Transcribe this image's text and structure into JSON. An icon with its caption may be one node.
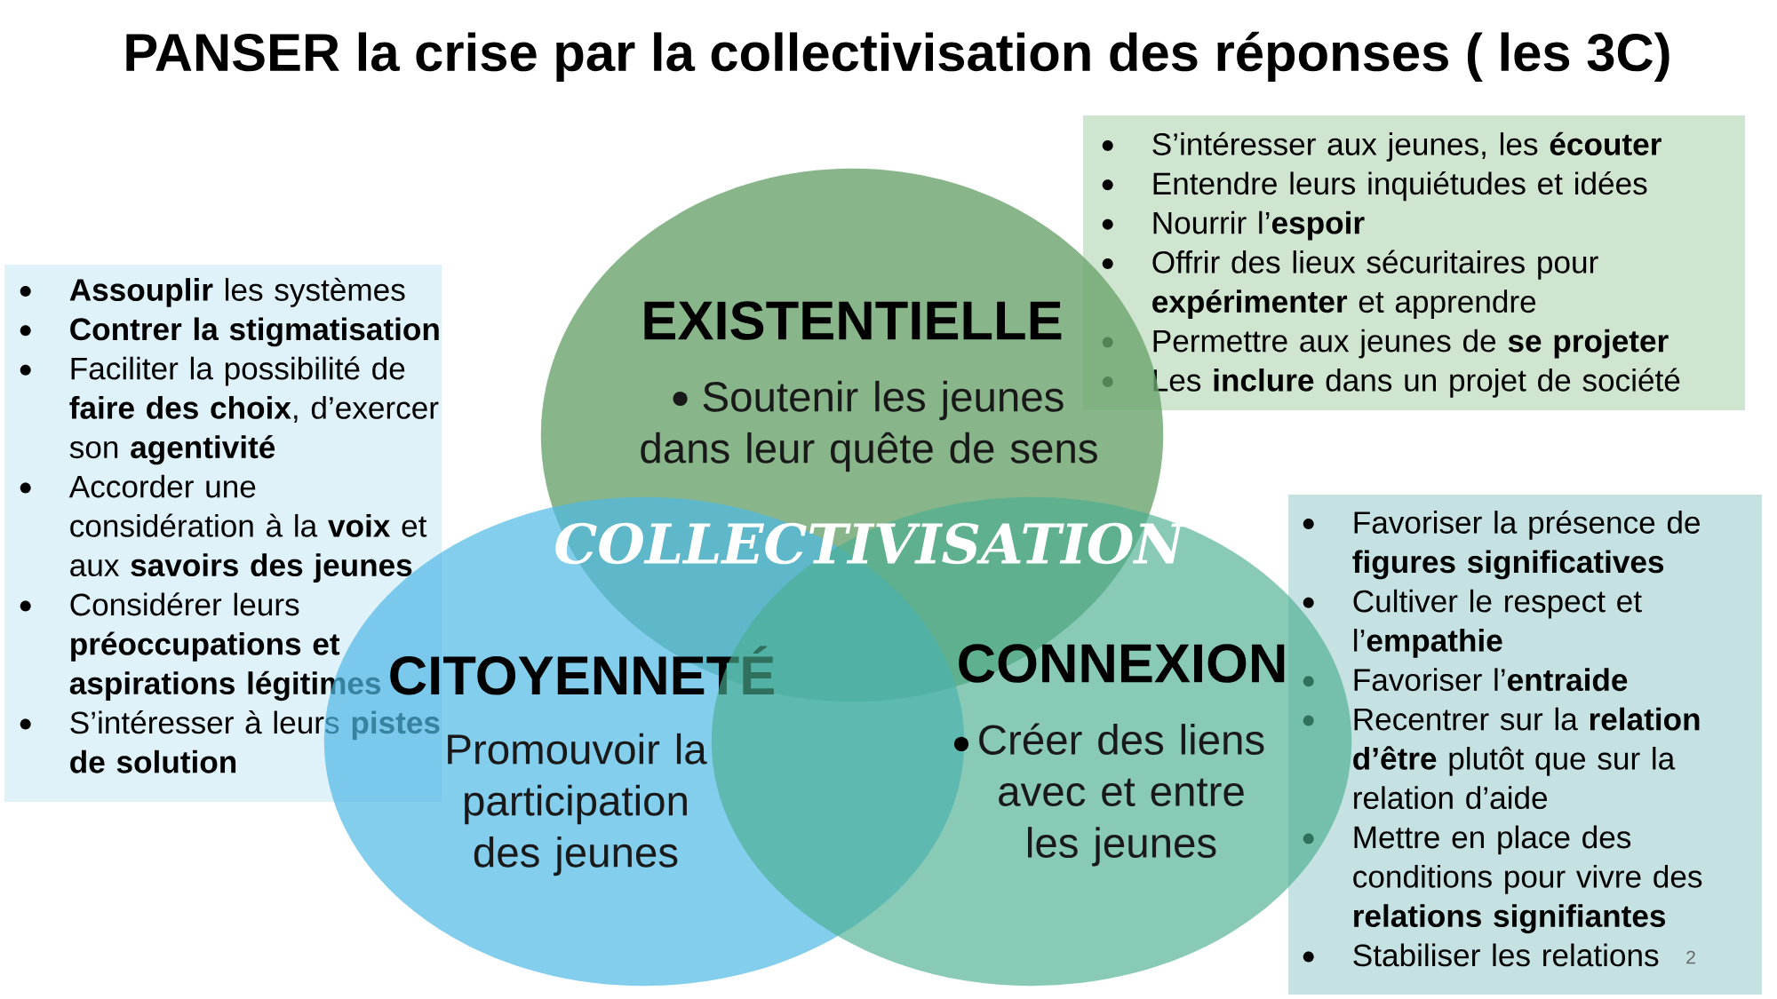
{
  "diagram": {
    "title": "PANSER la crise par la collectivisation des réponses ( les 3C)",
    "nodes": [
      {
        "text": [
          "EXISTENTIELLE",
          "Soutenir les jeunes dans leur quête de sens"
        ]
      },
      {
        "text": [
          "S’intéresser aux jeunes, les **écouter**",
          "Entendre leurs inquiétudes et idées",
          "Nourrir l’**espoir**",
          "Offrir des lieux sécuritaires pour **expérimenter** et apprendre",
          "Permettre aux jeunes de **se projeter**",
          "Les **inclure** dans un projet de société"
        ]
      },
      {
        "text": [
          "**Assouplir** les systèmes",
          "Contrer la stigmatisation",
          "Faciliter la possibilité de **faire des choix**, d’exercer son **agentivité**",
          "Accorder une considération à la **voix** et aux **savoirs des jeunes**",
          "Considérer leurs **préoccupations et aspirations légitimes**",
          "S’intéresser à leurs **pistes de solution**"
        ]
      },
      {
        "text": [
          "CITOYENNETÉ",
          "Promouvoir la participation des jeunes"
        ]
      },
      {
        "text": [
          "CONNEXION",
          "Créer des liens avec et entre les jeunes"
        ]
      },
      {
        "text": [
          "Favoriser la présence de **figures significatives**",
          "Cultiver le respect et l’**empathie**",
          "Favoriser l’**entraide**",
          "Recentrer sur la **relation d’être** plutôt que sur la relation d’aide",
          "Mettre en place des conditions pour vivre des **relations signifiantes**",
          "Stabiliser les relations"
        ]
      }
    ],
    "labels": [
      "COLLECTIVISATION",
      "2"
    ]
  }
}
